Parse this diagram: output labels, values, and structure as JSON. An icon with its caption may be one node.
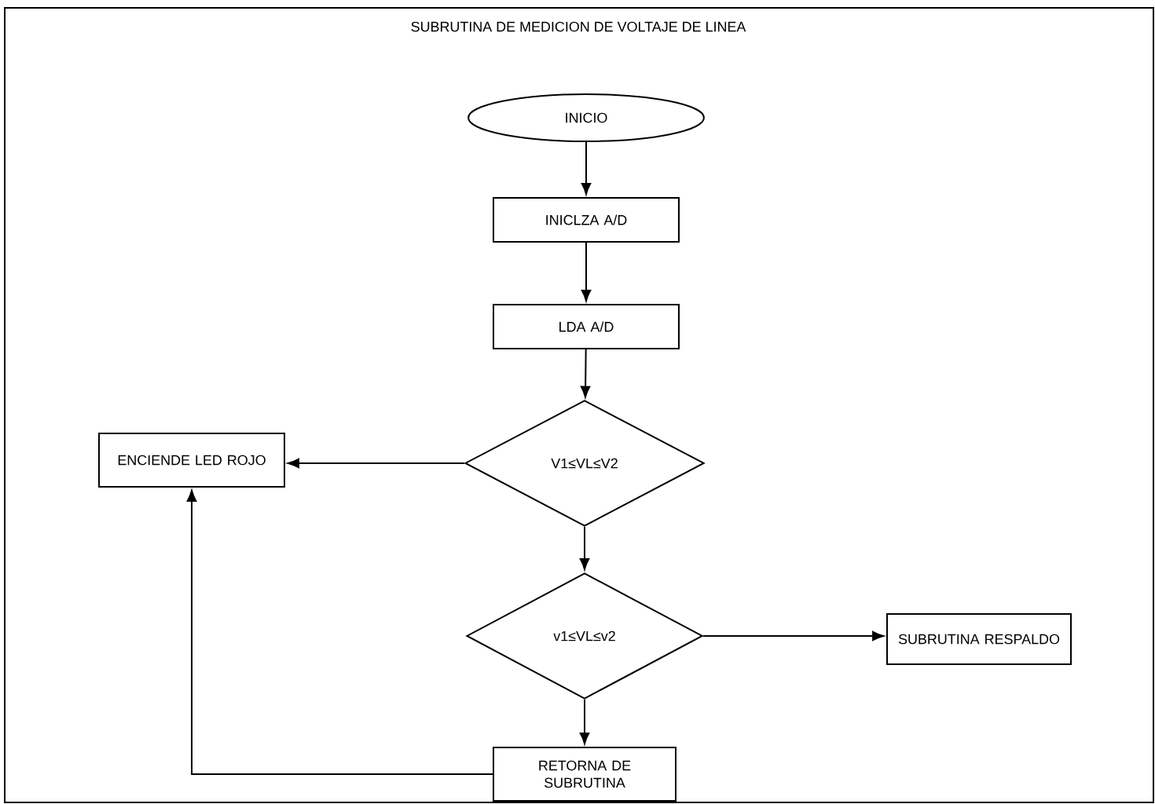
{
  "diagram": {
    "title": "SUBRUTINA DE MEDICION DE VOLTAJE DE LINEA",
    "nodes": [
      {
        "text": [
          "INICIO"
        ]
      },
      {
        "text": [
          "INICLZA A/D"
        ]
      },
      {
        "text": [
          "LDA A/D"
        ]
      },
      {
        "text": [
          "V1≤VL≤V2"
        ]
      },
      {
        "text": [
          "ENCIENDE LED ROJO"
        ]
      },
      {
        "text": [
          "v1≤VL≤v2"
        ]
      },
      {
        "text": [
          "SUBRUTINA RESPALDO"
        ]
      },
      {
        "text": [
          "RETORNA DE SUBRUTINA"
        ]
      }
    ],
    "edges": [
      {
        "from": 0,
        "to": 1,
        "arrow": "to"
      },
      {
        "from": 1,
        "to": 2,
        "arrow": "to"
      },
      {
        "from": 2,
        "to": 3,
        "arrow": "to"
      },
      {
        "from": 3,
        "to": 4,
        "arrow": "to"
      },
      {
        "from": 3,
        "to": 5,
        "arrow": "to"
      },
      {
        "from": 5,
        "to": 6,
        "arrow": "to"
      },
      {
        "from": 5,
        "to": 7,
        "arrow": "to"
      },
      {
        "from": 7,
        "to": 4,
        "arrow": "to"
      }
    ]
  }
}
